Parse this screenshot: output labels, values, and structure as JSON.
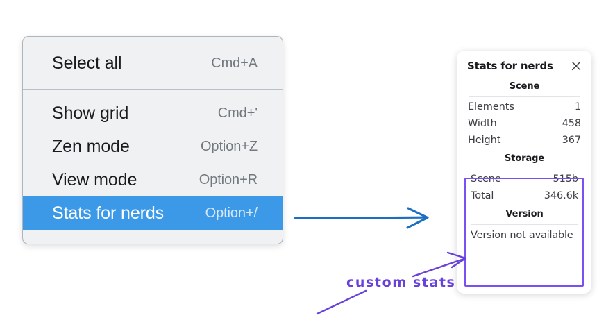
{
  "colors": {
    "menu_background": "#eff1f3",
    "menu_border": "#aeb5bd",
    "menu_highlight": "#3b99e8",
    "panel_background": "#ffffff",
    "highlight_border_violet": "#7950f2",
    "annotation_violet": "#6741d9",
    "flow_arrow_blue": "#1b6ec2",
    "label_text": "#1b1b1f",
    "muted_text": "#73787e"
  },
  "context_menu": {
    "name": "canvas-context-menu",
    "groups": [
      {
        "name": "selection-group",
        "items": [
          {
            "label": "Select all",
            "shortcut": "Cmd+A",
            "selected": false,
            "key": "select-all"
          }
        ]
      },
      {
        "name": "view-group",
        "items": [
          {
            "label": "Show grid",
            "shortcut": "Cmd+'",
            "selected": false,
            "key": "show-grid"
          },
          {
            "label": "Zen mode",
            "shortcut": "Option+Z",
            "selected": false,
            "key": "zen-mode"
          },
          {
            "label": "View mode",
            "shortcut": "Option+R",
            "selected": false,
            "key": "view-mode"
          },
          {
            "label": "Stats for nerds",
            "shortcut": "Option+/",
            "selected": true,
            "key": "stats-for-nerds"
          }
        ]
      }
    ]
  },
  "stats_panel": {
    "title": "Stats for nerds",
    "close_icon": "close-icon",
    "sections": [
      {
        "key": "scene",
        "heading": "Scene",
        "highlighted": false,
        "rows": [
          {
            "label": "Elements",
            "value": "1"
          },
          {
            "label": "Width",
            "value": "458"
          },
          {
            "label": "Height",
            "value": "367"
          }
        ]
      },
      {
        "key": "storage",
        "heading": "Storage",
        "highlighted": true,
        "rows": [
          {
            "label": "Scene",
            "value": "515b"
          },
          {
            "label": "Total",
            "value": "346.6k"
          }
        ]
      },
      {
        "key": "version",
        "heading": "Version",
        "highlighted": true,
        "plain_rows": [
          "Version not available"
        ]
      }
    ]
  },
  "annotations": {
    "custom_stats_label": "custom stats",
    "flow_arrow": "arrow-right-icon",
    "pointer_arrow": "arrow-pointer-icon"
  }
}
